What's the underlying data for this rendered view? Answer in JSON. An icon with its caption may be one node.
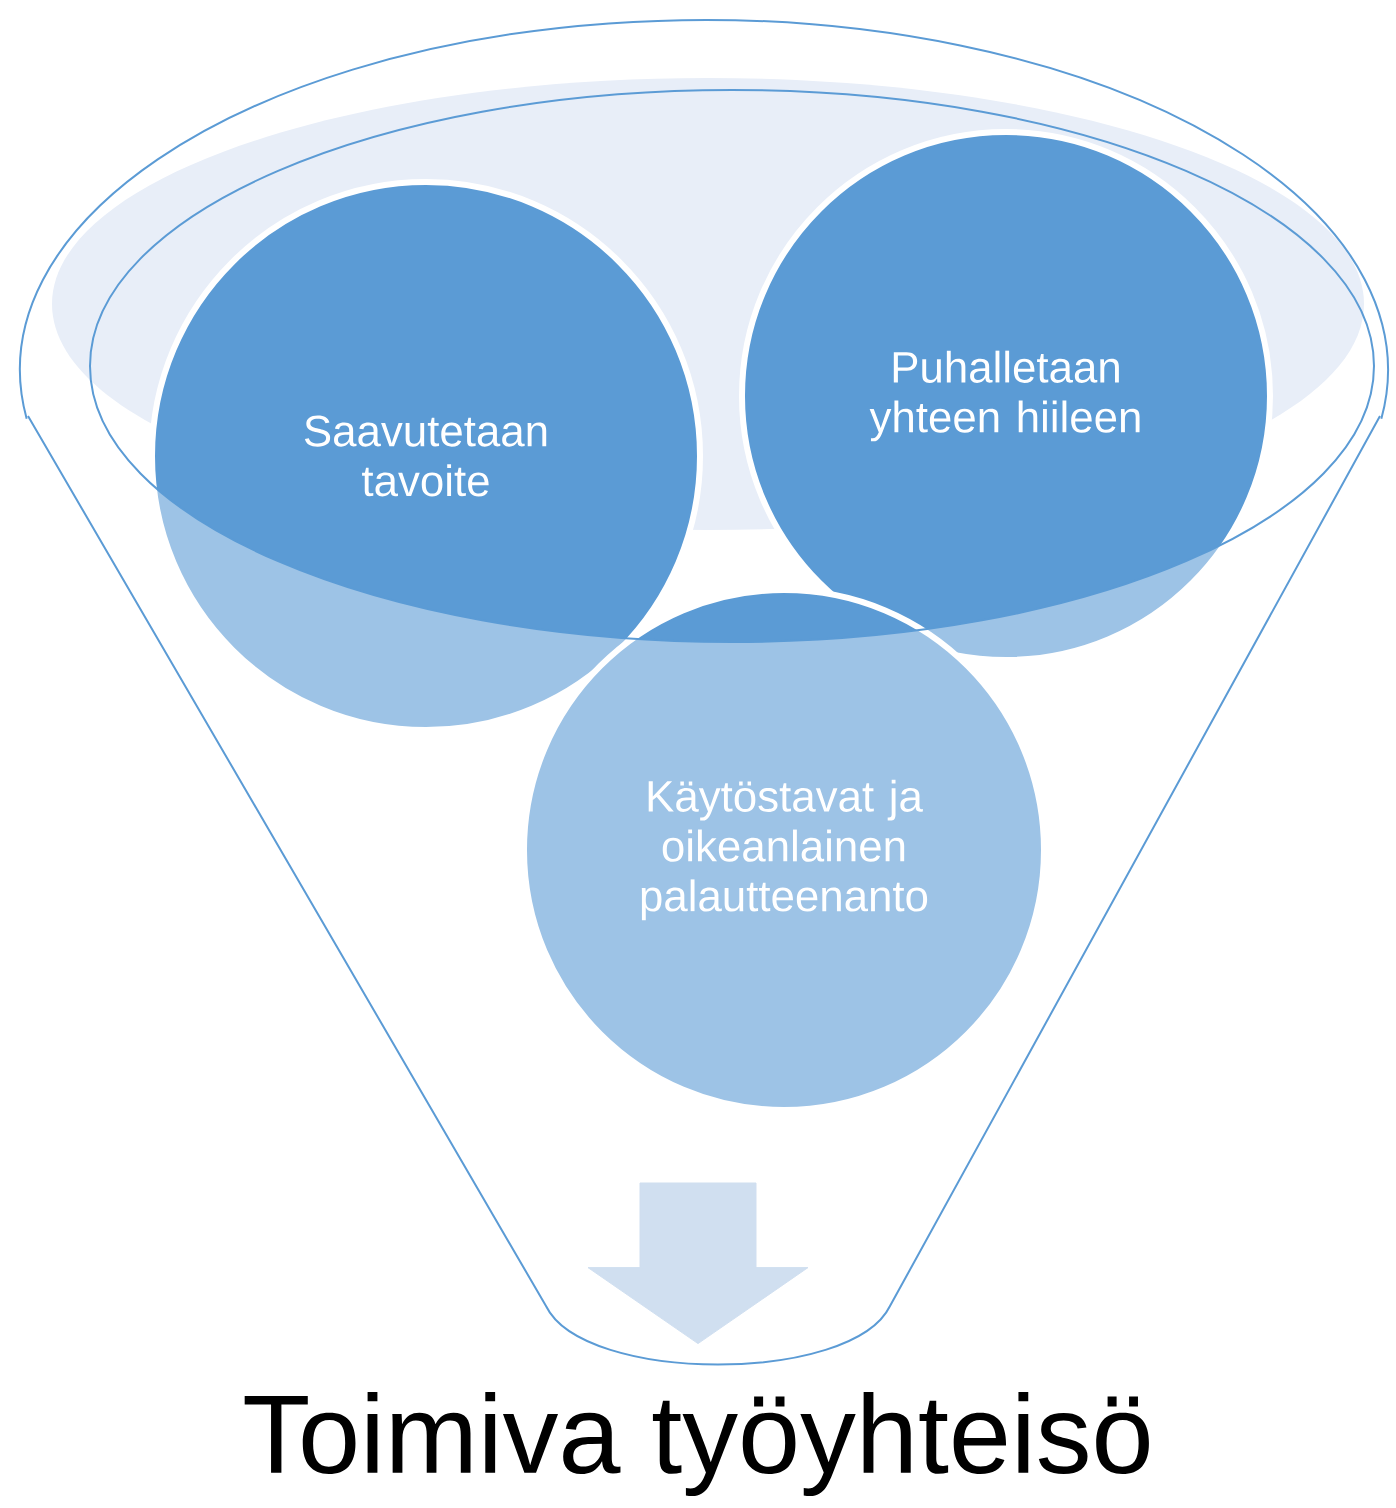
{
  "diagram": {
    "nodes": [
      {
        "text": [
          "Saavutetaan tavoite"
        ]
      },
      {
        "text": [
          "Puhalletaan yhteen hiileen"
        ]
      },
      {
        "text": [
          "Käytöstavat ja oikeanlainen palautteenanto"
        ]
      },
      {
        "text": [
          "Toimiva työyhteisö"
        ]
      }
    ],
    "edges": [
      {
        "from": 2,
        "to": 3,
        "arrow": "to",
        "style": "thick",
        "color": "#d0dff0"
      }
    ]
  }
}
